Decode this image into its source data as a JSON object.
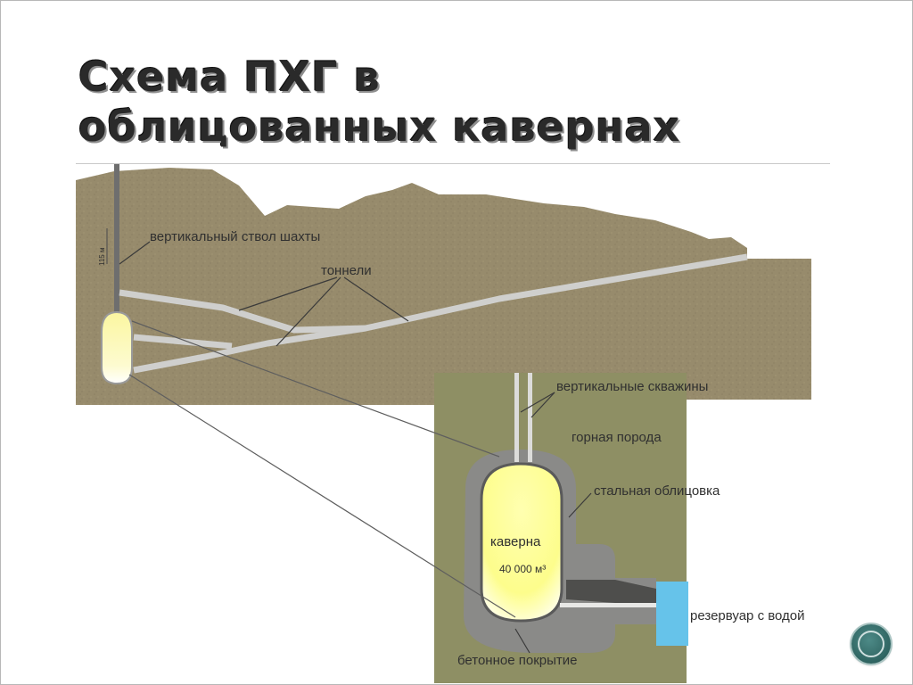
{
  "slide": {
    "title_line1": "Схема ПХГ в",
    "title_line2": "облицованных кавернах"
  },
  "diagram": {
    "labels": {
      "depth_mark": "115 м",
      "shaft": "вертикальный ствол шахты",
      "tunnels": "тоннели",
      "boreholes": "вертикальные скважины",
      "rock": "горная порода",
      "steel_lining": "стальная облицовка",
      "cavern": "каверна",
      "cavern_volume": "40 000 м³",
      "water_reservoir": "резервуар с водой",
      "concrete": "бетонное покрытие"
    },
    "colors": {
      "ground": "#978b6c",
      "rock_section": "#8e8f64",
      "concrete": "#8a8a88",
      "cavern_gas": "#ffff99",
      "water": "#66c3ea",
      "tunnel": "#d4d4d2"
    }
  },
  "navigation": {
    "button_icon": "circle-nav-icon"
  }
}
